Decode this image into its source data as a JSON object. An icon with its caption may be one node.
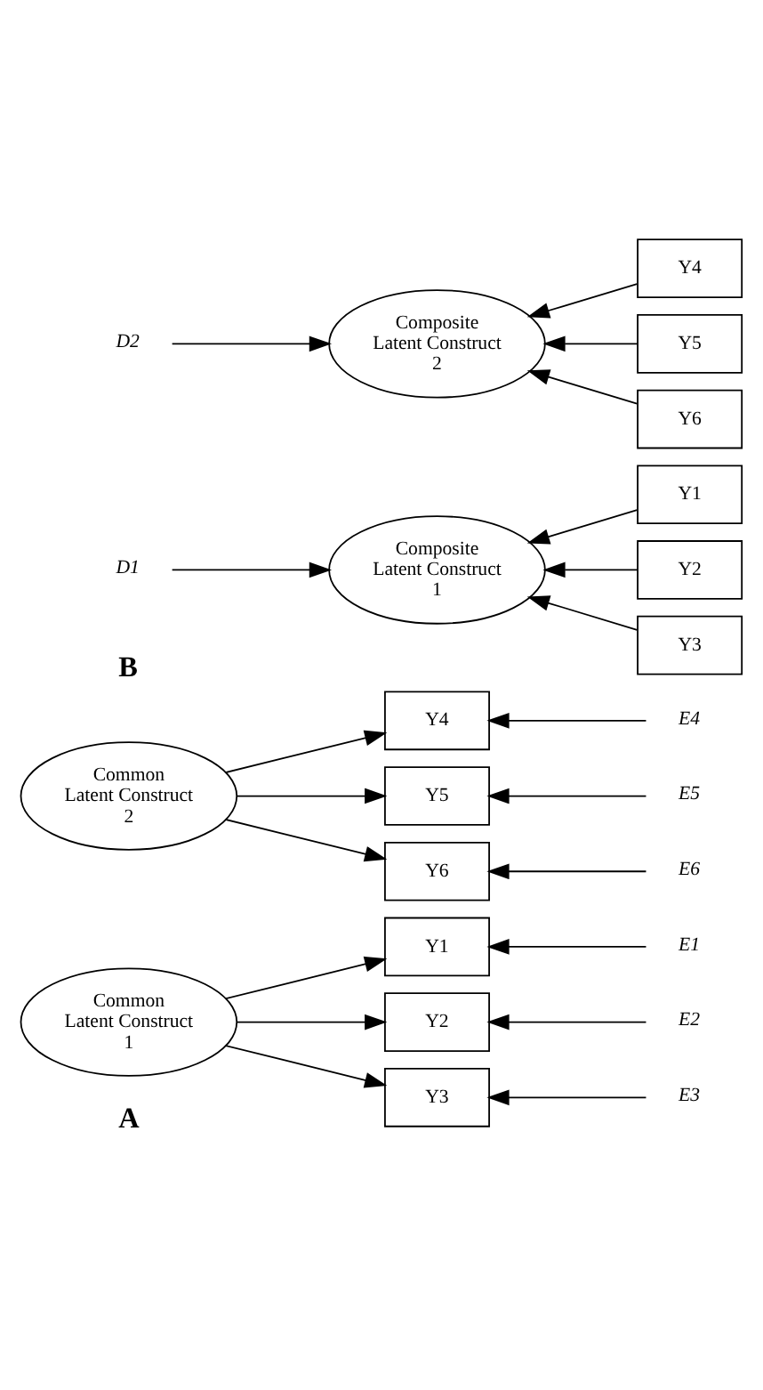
{
  "diagram": {
    "nodes": [
      {
        "text": [
          "Common Latent Construct 1"
        ]
      },
      {
        "text": [
          "Y1"
        ]
      },
      {
        "text": [
          "Y2"
        ]
      },
      {
        "text": [
          "Y3"
        ]
      },
      {
        "text": [
          "Common Latent Construct 2"
        ]
      },
      {
        "text": [
          "Y4"
        ]
      },
      {
        "text": [
          "Y5"
        ]
      },
      {
        "text": [
          "Y6"
        ]
      },
      {
        "text": [
          "E1"
        ]
      },
      {
        "text": [
          "E2"
        ]
      },
      {
        "text": [
          "E3"
        ]
      },
      {
        "text": [
          "E4"
        ]
      },
      {
        "text": [
          "E5"
        ]
      },
      {
        "text": [
          "E6"
        ]
      },
      {
        "text": [
          "D1"
        ]
      },
      {
        "text": [
          "Composite Latent Construct 1"
        ]
      },
      {
        "text": [
          "Y1"
        ]
      },
      {
        "text": [
          "Y2"
        ]
      },
      {
        "text": [
          "Y3"
        ]
      },
      {
        "text": [
          "D2"
        ]
      },
      {
        "text": [
          "Composite Latent Construct 2"
        ]
      },
      {
        "text": [
          "Y4"
        ]
      },
      {
        "text": [
          "Y5"
        ]
      },
      {
        "text": [
          "Y6"
        ]
      }
    ],
    "edges": [
      {
        "from": 0,
        "to": 1,
        "arrow": "to"
      },
      {
        "from": 0,
        "to": 2,
        "arrow": "to"
      },
      {
        "from": 0,
        "to": 3,
        "arrow": "to"
      },
      {
        "from": 4,
        "to": 5,
        "arrow": "to"
      },
      {
        "from": 4,
        "to": 6,
        "arrow": "to"
      },
      {
        "from": 4,
        "to": 7,
        "arrow": "to"
      },
      {
        "from": 8,
        "to": 1,
        "arrow": "to"
      },
      {
        "from": 9,
        "to": 2,
        "arrow": "to"
      },
      {
        "from": 10,
        "to": 3,
        "arrow": "to"
      },
      {
        "from": 11,
        "to": 5,
        "arrow": "to"
      },
      {
        "from": 12,
        "to": 6,
        "arrow": "to"
      },
      {
        "from": 13,
        "to": 7,
        "arrow": "to"
      },
      {
        "from": 14,
        "to": 15,
        "arrow": "to"
      },
      {
        "from": 16,
        "to": 15,
        "arrow": "to"
      },
      {
        "from": 17,
        "to": 15,
        "arrow": "to"
      },
      {
        "from": 18,
        "to": 15,
        "arrow": "to"
      },
      {
        "from": 19,
        "to": 20,
        "arrow": "to"
      },
      {
        "from": 21,
        "to": 20,
        "arrow": "to"
      },
      {
        "from": 22,
        "to": 20,
        "arrow": "to"
      },
      {
        "from": 23,
        "to": 20,
        "arrow": "to"
      }
    ],
    "labels": [
      "A",
      "B"
    ]
  }
}
